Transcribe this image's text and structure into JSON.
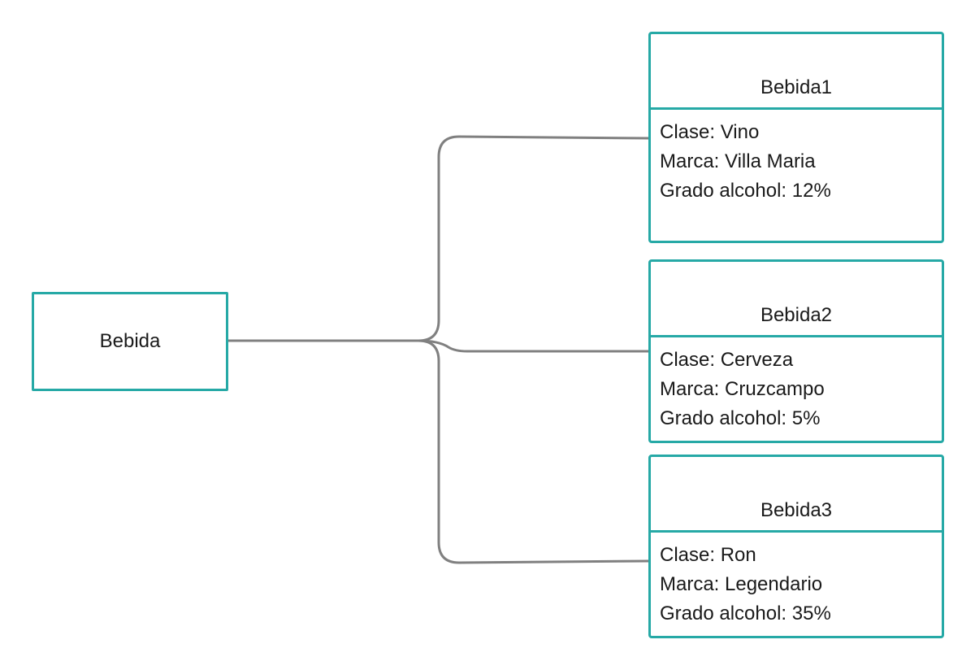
{
  "root": {
    "label": "Bebida"
  },
  "cards": [
    {
      "title": "Bebida1",
      "rows": [
        "Clase: Vino",
        "Marca: Villa Maria",
        "Grado alcohol: 12%"
      ]
    },
    {
      "title": "Bebida2",
      "rows": [
        "Clase: Cerveza",
        "Marca: Cruzcampo",
        "Grado alcohol: 5%"
      ]
    },
    {
      "title": "Bebida3",
      "rows": [
        "Clase: Ron",
        "Marca: Legendario",
        "Grado alcohol: 35%"
      ]
    }
  ],
  "colors": {
    "border": "#26a9a6",
    "connector": "#808080"
  }
}
